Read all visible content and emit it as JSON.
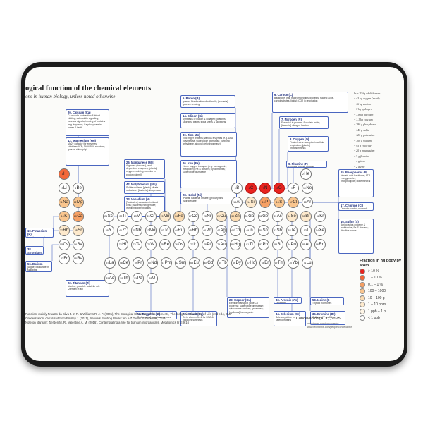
{
  "header": {
    "title": "ogical function of the chemical elements",
    "subtitle": "ons in human biology, unless noted otherwise"
  },
  "boxes": [
    {
      "id": "ca",
      "title": "20. Calcium (Ca)",
      "body": "Ca muscle contraction & blood clotting; calmodulin signaling; nervous signals; binding of proteins (e.g. troponin); Ca phosphate in bones & teeth"
    },
    {
      "id": "mg",
      "title": "12. Magnesium (Mg)",
      "body": "Mg2+ cofactor for enzymes; stabilizes ATP; DNA/RNA structure; [plants] chlorophyll"
    },
    {
      "id": "mn",
      "title": "25. Manganese (Mn)",
      "body": "Arginase (for urea), and dependent enzymes; [plants] oxygen-evolving complex in photosystem II"
    },
    {
      "id": "mo",
      "title": "42. Molybdenum (Mo)",
      "body": "Sulfite oxidase, [plants] nitrate reductase, [bacteria] nitrogenase"
    },
    {
      "id": "v",
      "title": "23. Vanadium (V)",
      "body": "[Tunicates] vanadium in blood cells; [bacteria] nitrogenase; [fungi] haloperoxidases"
    },
    {
      "id": "ti",
      "title": "22. Titanium (Ti)",
      "body": "Unclear, possible catalytic role (Zierden et al.)"
    },
    {
      "id": "w",
      "title": "74. Tungsten (W)",
      "body": "[Prokaryotes] tungsten enzymes"
    },
    {
      "id": "co",
      "title": "27. Cobalt (Co)",
      "body": "Co in vitamin B-12 for DNA & bloodcell synthesis"
    },
    {
      "id": "b",
      "title": "5. Boron (B)",
      "body": "[plants] Stabilisation of cell walls; [bacteria] quorum sensing"
    },
    {
      "id": "si",
      "title": "14. Silicon (Si)",
      "body": "Synthesis of elastin & collagen; [diatoms, sponges, plants] silica shells & skeletons"
    },
    {
      "id": "zn",
      "title": "30. Zinc (Zn)",
      "body": "Zinc finger proteins; various enzymes (e.g. DNA polymerase, superoxide dismutase, carbonic anhydrase, alcohol dehydrogenase)"
    },
    {
      "id": "fe",
      "title": "26. Iron (Fe)",
      "body": "Heme oxygen transport (e.g. hemoglobin, myoglobin); Fe-S clusters; cytochromes; superoxide dismutase"
    },
    {
      "id": "ni",
      "title": "28. Nickel (Ni)",
      "body": "[Plants, bacteria] urease; [prokaryotes] hydrogenase"
    },
    {
      "id": "cu",
      "title": "29. Copper (Cu)",
      "body": "Electron transport (Blue Cu proteins); superoxide dismutase; cytochrome oxidase; tyrosinase; [molluscs] hemocyanin"
    },
    {
      "id": "c",
      "title": "6. Carbon (C)",
      "body": "Backbone of all macromolecules (proteins, nucleic acids, carbohydrates, lipids); CO2 in respiration"
    },
    {
      "id": "n",
      "title": "7. Nitrogen (N)",
      "body": "Essential in proteins & nucleic acids; [bacteria] nitrogen fixation"
    },
    {
      "id": "o",
      "title": "8. Oxygen (O)",
      "body": "Final electron acceptor in cellular respiration; [plants] photosynthesis"
    },
    {
      "id": "f",
      "title": "9. Fluorine (F)",
      "body": "Fluoride in tooth enamel"
    },
    {
      "id": "p",
      "title": "15. Phosphorus (P)",
      "body": "Nucleic acid backbone; ATP energy carrier; phospholipids; bone mineral"
    },
    {
      "id": "cl",
      "title": "17. Chlorine (Cl)",
      "body": "Osmotic control; stomach acid HCl"
    },
    {
      "id": "s",
      "title": "16. Sulfur (S)",
      "body": "Amino acids cysteine & methionine; Fe-S clusters; disulfide bonds"
    },
    {
      "id": "as",
      "title": "33. Arsenic (As)",
      "body": "Uncertain"
    },
    {
      "id": "se",
      "title": "34. Selenium (Se)",
      "body": "Selenocysteine in selenoproteins"
    },
    {
      "id": "i",
      "title": "53. Iodine (I)",
      "body": "Thyroid hormones"
    },
    {
      "id": "br",
      "title": "35. Bromine (Br)",
      "body": "Collagen IV scaffolds"
    },
    {
      "id": "k",
      "title": "19. Potassium (K)",
      "body": "Ion of nervous signals"
    },
    {
      "id": "sr",
      "title": "38. Strontium",
      "body": "Uncertain"
    },
    {
      "id": "ba",
      "title": "56. Barium",
      "body": "[Algae] Ba sulfate in statoliths"
    }
  ],
  "elements": [
    {
      "n": 1,
      "s": "H",
      "tier": "t5"
    },
    {
      "n": 2,
      "s": "He",
      "tier": "t0"
    },
    {
      "n": 3,
      "s": "Li",
      "tier": "t0"
    },
    {
      "n": 4,
      "s": "Be",
      "tier": "t0"
    },
    {
      "n": 5,
      "s": "B",
      "tier": "t0"
    },
    {
      "n": 6,
      "s": "C",
      "tier": "t6"
    },
    {
      "n": 7,
      "s": "N",
      "tier": "t6"
    },
    {
      "n": 8,
      "s": "O",
      "tier": "t6"
    },
    {
      "n": 9,
      "s": "F",
      "tier": "t0"
    },
    {
      "n": 10,
      "s": "Ne",
      "tier": "t0"
    },
    {
      "n": 11,
      "s": "Na",
      "tier": "t3"
    },
    {
      "n": 12,
      "s": "Mg",
      "tier": "t3"
    },
    {
      "n": 13,
      "s": "Al",
      "tier": "t0"
    },
    {
      "n": 14,
      "s": "Si",
      "tier": "t1"
    },
    {
      "n": 15,
      "s": "P",
      "tier": "t4"
    },
    {
      "n": 16,
      "s": "S",
      "tier": "t3"
    },
    {
      "n": 17,
      "s": "Cl",
      "tier": "t3"
    },
    {
      "n": 18,
      "s": "Ar",
      "tier": "t0"
    },
    {
      "n": 19,
      "s": "K",
      "tier": "t3"
    },
    {
      "n": 20,
      "s": "Ca",
      "tier": "t4"
    },
    {
      "n": 21,
      "s": "Sc",
      "tier": "t0"
    },
    {
      "n": 22,
      "s": "Ti",
      "tier": "t0"
    },
    {
      "n": 23,
      "s": "V",
      "tier": "t0"
    },
    {
      "n": 24,
      "s": "Cr",
      "tier": "t0"
    },
    {
      "n": 25,
      "s": "Mn",
      "tier": "t1"
    },
    {
      "n": 26,
      "s": "Fe",
      "tier": "t2"
    },
    {
      "n": 27,
      "s": "Co",
      "tier": "t0"
    },
    {
      "n": 28,
      "s": "Ni",
      "tier": "t0"
    },
    {
      "n": 29,
      "s": "Cu",
      "tier": "t1"
    },
    {
      "n": 30,
      "s": "Zn",
      "tier": "t2"
    },
    {
      "n": 31,
      "s": "Ga",
      "tier": "t0"
    },
    {
      "n": 32,
      "s": "Ge",
      "tier": "t0"
    },
    {
      "n": 33,
      "s": "As",
      "tier": "t0"
    },
    {
      "n": 34,
      "s": "Se",
      "tier": "t1"
    },
    {
      "n": 35,
      "s": "Br",
      "tier": "t1"
    },
    {
      "n": 36,
      "s": "Kr",
      "tier": "t0"
    },
    {
      "n": 37,
      "s": "Rb",
      "tier": "t1"
    },
    {
      "n": 38,
      "s": "Sr",
      "tier": "t1"
    },
    {
      "n": 39,
      "s": "Y",
      "tier": "t0"
    },
    {
      "n": 40,
      "s": "Zr",
      "tier": "t0"
    },
    {
      "n": 41,
      "s": "Nb",
      "tier": "t0"
    },
    {
      "n": 42,
      "s": "Mo",
      "tier": "t0"
    },
    {
      "n": 43,
      "s": "Tc",
      "tier": "t0"
    },
    {
      "n": 44,
      "s": "Ru",
      "tier": "t0"
    },
    {
      "n": 45,
      "s": "Rh",
      "tier": "t0"
    },
    {
      "n": 46,
      "s": "Pd",
      "tier": "t0"
    },
    {
      "n": 47,
      "s": "Ag",
      "tier": "t0"
    },
    {
      "n": 48,
      "s": "Cd",
      "tier": "t0"
    },
    {
      "n": 49,
      "s": "In",
      "tier": "t0"
    },
    {
      "n": 50,
      "s": "Sn",
      "tier": "t0"
    },
    {
      "n": 51,
      "s": "Sb",
      "tier": "t0"
    },
    {
      "n": 52,
      "s": "Te",
      "tier": "t0"
    },
    {
      "n": 53,
      "s": "I",
      "tier": "t0"
    },
    {
      "n": 54,
      "s": "Xe",
      "tier": "t0"
    },
    {
      "n": 55,
      "s": "Cs",
      "tier": "t0"
    },
    {
      "n": 56,
      "s": "Ba",
      "tier": "t0"
    },
    {
      "n": 72,
      "s": "Hf",
      "tier": "t0"
    },
    {
      "n": 73,
      "s": "Ta",
      "tier": "t0"
    },
    {
      "n": 74,
      "s": "W",
      "tier": "t0"
    },
    {
      "n": 75,
      "s": "Re",
      "tier": "t0"
    },
    {
      "n": 76,
      "s": "Os",
      "tier": "t0"
    },
    {
      "n": 77,
      "s": "Ir",
      "tier": "t0"
    },
    {
      "n": 78,
      "s": "Pt",
      "tier": "t0"
    },
    {
      "n": 79,
      "s": "Au",
      "tier": "t0"
    },
    {
      "n": 80,
      "s": "Hg",
      "tier": "t0"
    },
    {
      "n": 81,
      "s": "Tl",
      "tier": "t0"
    },
    {
      "n": 82,
      "s": "Pb",
      "tier": "t0"
    },
    {
      "n": 83,
      "s": "Bi",
      "tier": "t0"
    },
    {
      "n": 84,
      "s": "Po",
      "tier": "t0"
    },
    {
      "n": 85,
      "s": "At",
      "tier": "t0"
    },
    {
      "n": 86,
      "s": "Rn",
      "tier": "t0"
    },
    {
      "n": 87,
      "s": "Fr",
      "tier": "t0"
    },
    {
      "n": 88,
      "s": "Ra",
      "tier": "t0"
    },
    {
      "n": 57,
      "s": "La",
      "tier": "t0"
    },
    {
      "n": 58,
      "s": "Ce",
      "tier": "t0"
    },
    {
      "n": 59,
      "s": "Pr",
      "tier": "t0"
    },
    {
      "n": 60,
      "s": "Nd",
      "tier": "t0"
    },
    {
      "n": 61,
      "s": "Pm",
      "tier": "t0"
    },
    {
      "n": 62,
      "s": "Sm",
      "tier": "t0"
    },
    {
      "n": 63,
      "s": "Eu",
      "tier": "t0"
    },
    {
      "n": 64,
      "s": "Gd",
      "tier": "t0"
    },
    {
      "n": 65,
      "s": "Tb",
      "tier": "t0"
    },
    {
      "n": 66,
      "s": "Dy",
      "tier": "t0"
    },
    {
      "n": 67,
      "s": "Ho",
      "tier": "t0"
    },
    {
      "n": 68,
      "s": "Er",
      "tier": "t0"
    },
    {
      "n": 69,
      "s": "Tm",
      "tier": "t0"
    },
    {
      "n": 70,
      "s": "Yb",
      "tier": "t0"
    },
    {
      "n": 71,
      "s": "Lu",
      "tier": "t0"
    },
    {
      "n": 89,
      "s": "Ac",
      "tier": "t0"
    },
    {
      "n": 90,
      "s": "Th",
      "tier": "t0"
    },
    {
      "n": 91,
      "s": "Pa",
      "tier": "t0"
    },
    {
      "n": 92,
      "s": "U",
      "tier": "t0"
    }
  ],
  "abundance": {
    "lines": [
      "In a 70 kg adult human:",
      "~ 43 kg oxygen (mostly",
      "~ 16 kg carbon",
      "~ 7 kg hydrogen",
      "~ 1.8 kg nitrogen",
      "~ 1.1 kg calcium",
      "~ 780 g phosphorus",
      "~ 140 g sulfur",
      "~ 120 g potassium",
      "~ 100 g sodium",
      "~ 95 g chlorine",
      "~ 20 g magnesium",
      "~ 5 g fluorine",
      "~ 4 g iron",
      "~ 2 g zinc"
    ]
  },
  "legend": {
    "title": "Fraction in hu\nbody by atom",
    "items": [
      {
        "label": "> 10 %",
        "color": "#e8231f"
      },
      {
        "label": "1 – 10 %",
        "color": "#f2683a"
      },
      {
        "label": "0.1 – 1 %",
        "color": "#f6a064"
      },
      {
        "label": "100 – 1000",
        "color": "#f9c58e"
      },
      {
        "label": "10 – 100 p",
        "color": "#fbdbb0"
      },
      {
        "label": "1 – 10 ppm",
        "color": "#fde9cc"
      },
      {
        "label": "1 ppb – 1 p",
        "color": "#fef5e6"
      },
      {
        "label": "< 1 ppb",
        "color": "#ffffff"
      }
    ]
  },
  "tiers": {
    "t6": "#e8231f",
    "t5": "#f2683a",
    "t4": "#f6a064",
    "t3": "#f9c58e",
    "t2": "#fbdbb0",
    "t1": "#fde9cc",
    "t0": "#ffffff"
  },
  "footer": {
    "refs": "Function: mainly Frausto da Silva J. J. R. & Williams R. J. P. (2001), The Biological Chemistry of the Elements, The Inorganic Chemistry of Life (2nd ed.), OUP\nConcentration: calculated from Emsley J. (2011), Nature's Building Blocks: An A-Z Guide to Elements, OUP\nNote on titanium: Zierden M. R., Valentine A. M. (2016), Contemplating a role for titanium in organisms, Metallomics 8(1):9-16",
    "credit": "Concevantor (A. J.), 2025",
    "urls": "www.finder.com/concevantor\nwww.redbubble.com/people/concevantor"
  }
}
